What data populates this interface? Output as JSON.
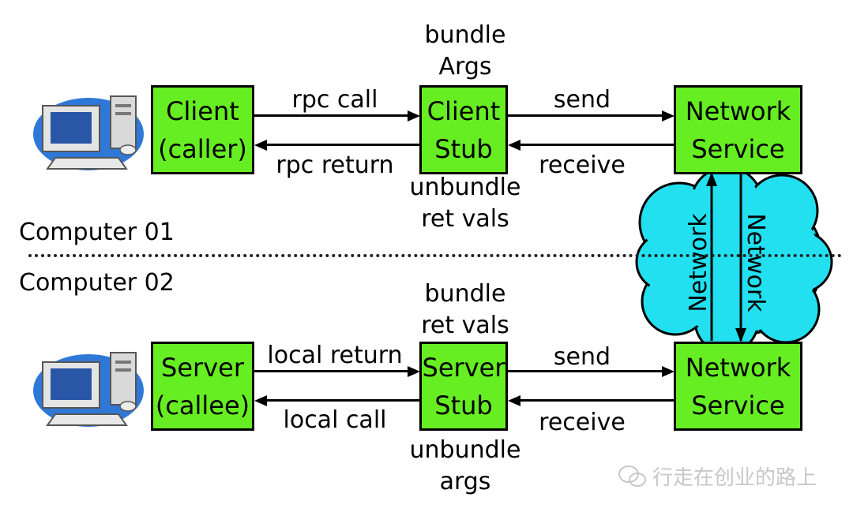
{
  "computers": {
    "top_label": "Computer 01",
    "bottom_label": "Computer 02"
  },
  "top": {
    "client": {
      "line1": "Client",
      "line2": "(caller)"
    },
    "stub": {
      "line1": "Client",
      "line2": "Stub"
    },
    "network": {
      "line1": "Network",
      "line2": "Service"
    },
    "stub_above": [
      "bundle",
      "Args"
    ],
    "stub_below": [
      "unbundle",
      "ret vals"
    ],
    "arrow_call": "rpc call",
    "arrow_return": "rpc return",
    "arrow_send": "send",
    "arrow_receive": "receive"
  },
  "bottom": {
    "server": {
      "line1": "Server",
      "line2": "(callee)"
    },
    "stub": {
      "line1": "Server",
      "line2": "Stub"
    },
    "network": {
      "line1": "Network",
      "line2": "Service"
    },
    "stub_above": [
      "bundle",
      "ret vals"
    ],
    "stub_below": [
      "unbundle",
      "args"
    ],
    "arrow_return": "local return",
    "arrow_call": "local call",
    "arrow_send": "send",
    "arrow_receive": "receive"
  },
  "cloud": {
    "label_up": "Network",
    "label_down": "Network"
  },
  "watermark": "行走在创业的路上",
  "colors": {
    "box_fill": "#66ee22",
    "cloud_fill": "#22e0f0",
    "watermark": "#c8c8c8"
  }
}
